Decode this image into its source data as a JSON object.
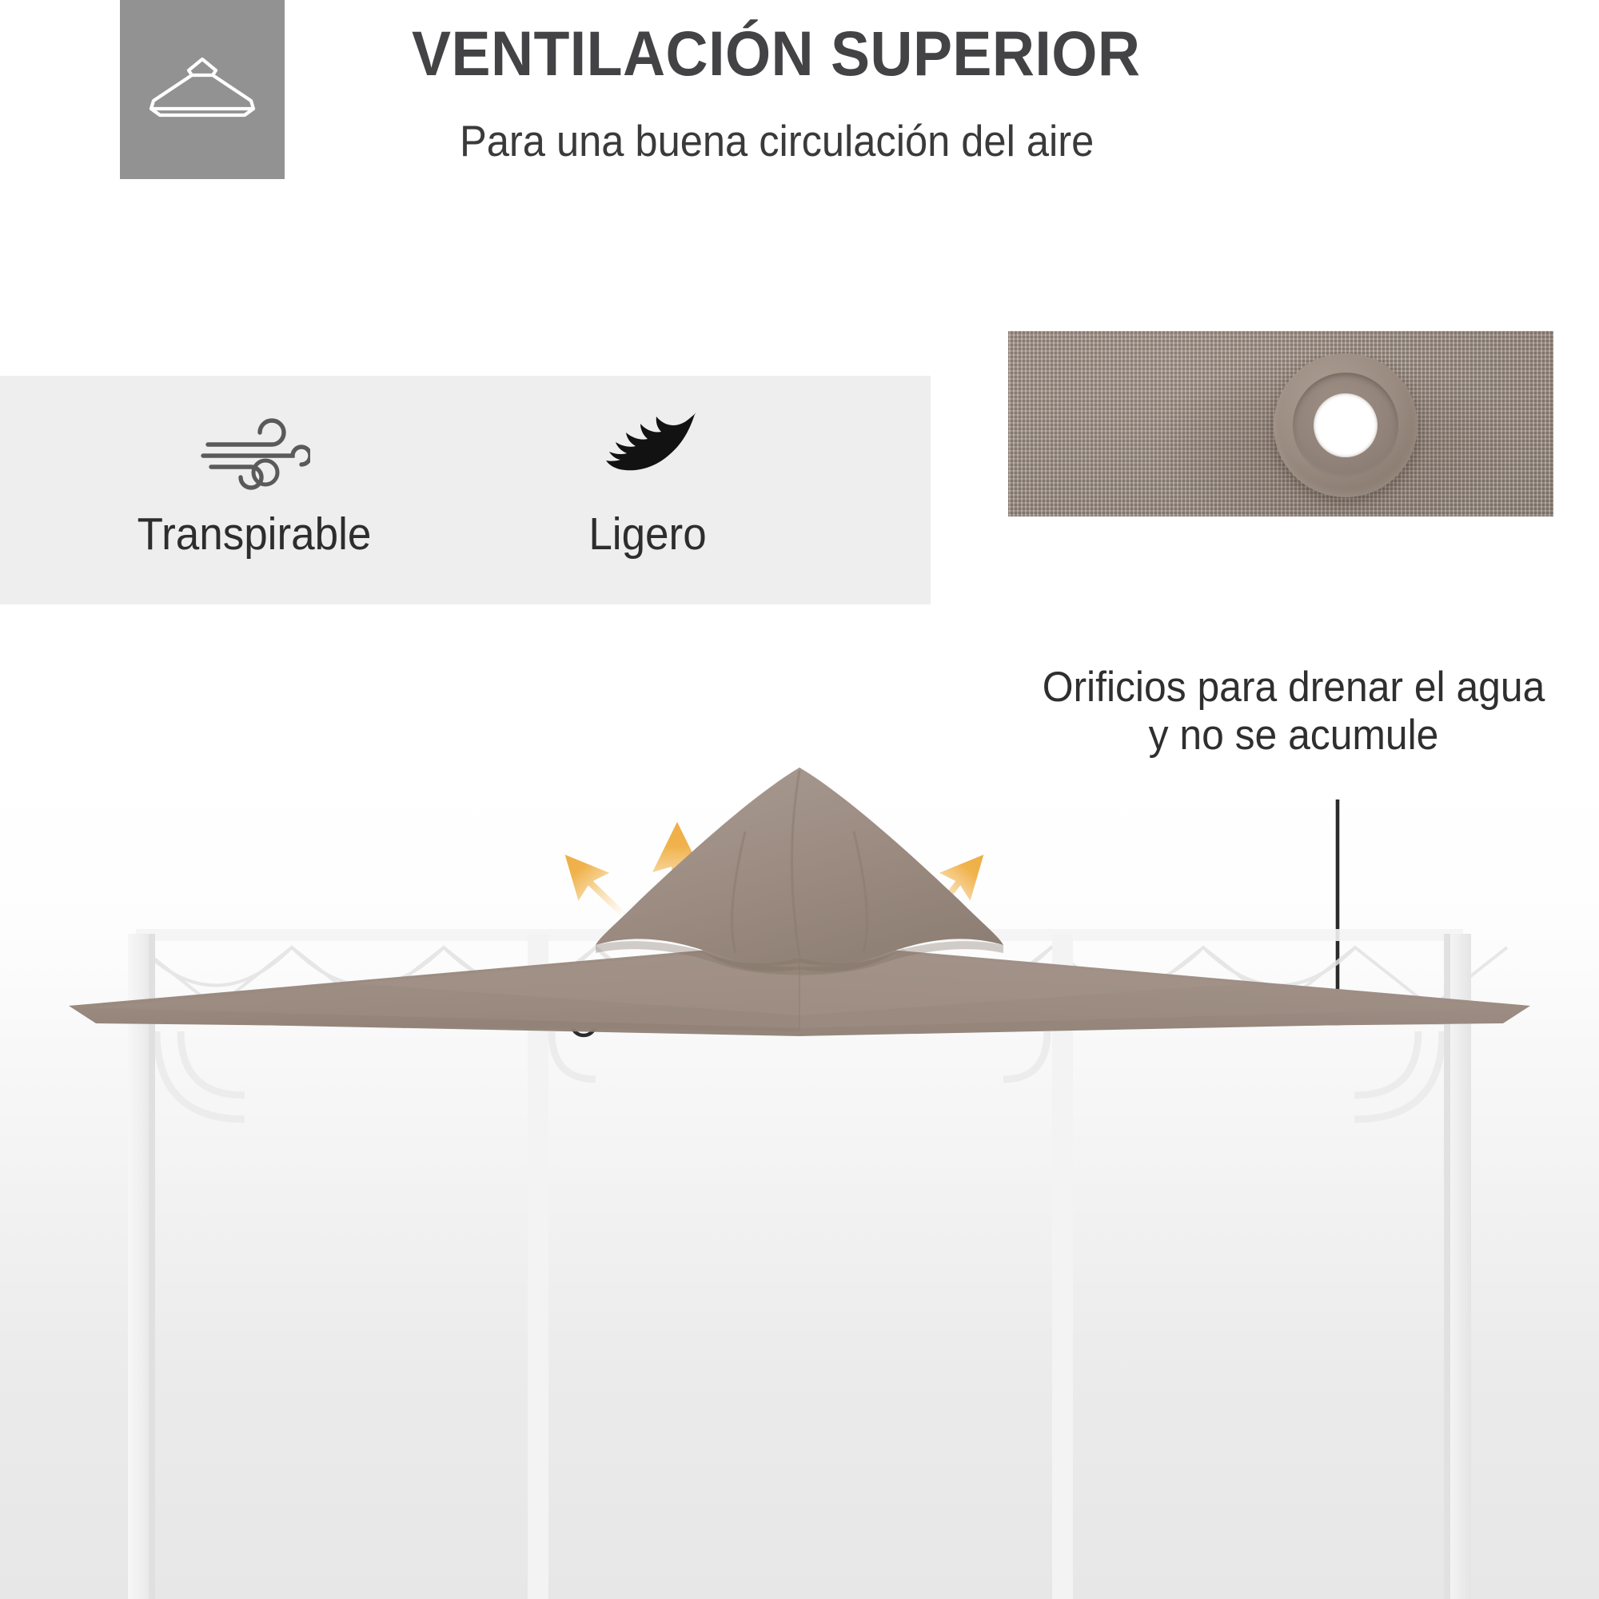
{
  "header": {
    "icon_name": "gazebo-roof-icon",
    "icon_box_color": "#929292",
    "title": "VENTILACIÓN SUPERIOR",
    "subtitle": "Para una buena circulación del aire",
    "title_color": "#434345"
  },
  "features": {
    "panel_color": "#eeeeee",
    "items": [
      {
        "icon_name": "wind-icon",
        "label": "Transpirable",
        "icon_color": "#5a5a5a"
      },
      {
        "icon_name": "feather-icon",
        "label": "Ligero",
        "icon_color": "#121212"
      }
    ]
  },
  "detail_photo": {
    "name": "grommet-drain-hole-photo",
    "caption": "Orificios para drenar el agua y no se acumule",
    "fabric_color": "#9d8e84",
    "grommet_color": "#8a7c71",
    "hole_color": "#ffffff"
  },
  "product": {
    "name": "gazebo-canopy-illustration",
    "canopy_color": "#9d8d82",
    "canopy_shade_color": "#8e7e73",
    "frame_color": "#f2f2f2",
    "airflow_arrows": {
      "name": "airflow-arrows",
      "count": 5,
      "color": "#f2b956",
      "directions": [
        "up-left",
        "up",
        "up",
        "up",
        "up-right"
      ]
    },
    "callout": {
      "name": "vent-callout-leader",
      "marker": "white-dot",
      "line_color": "#2b2b2b"
    }
  },
  "colors": {
    "background": "#ffffff",
    "stage_gradient_end": "#e7e7e7",
    "accent_amber": "#f2b956",
    "text_dark": "#2d2d2d"
  }
}
